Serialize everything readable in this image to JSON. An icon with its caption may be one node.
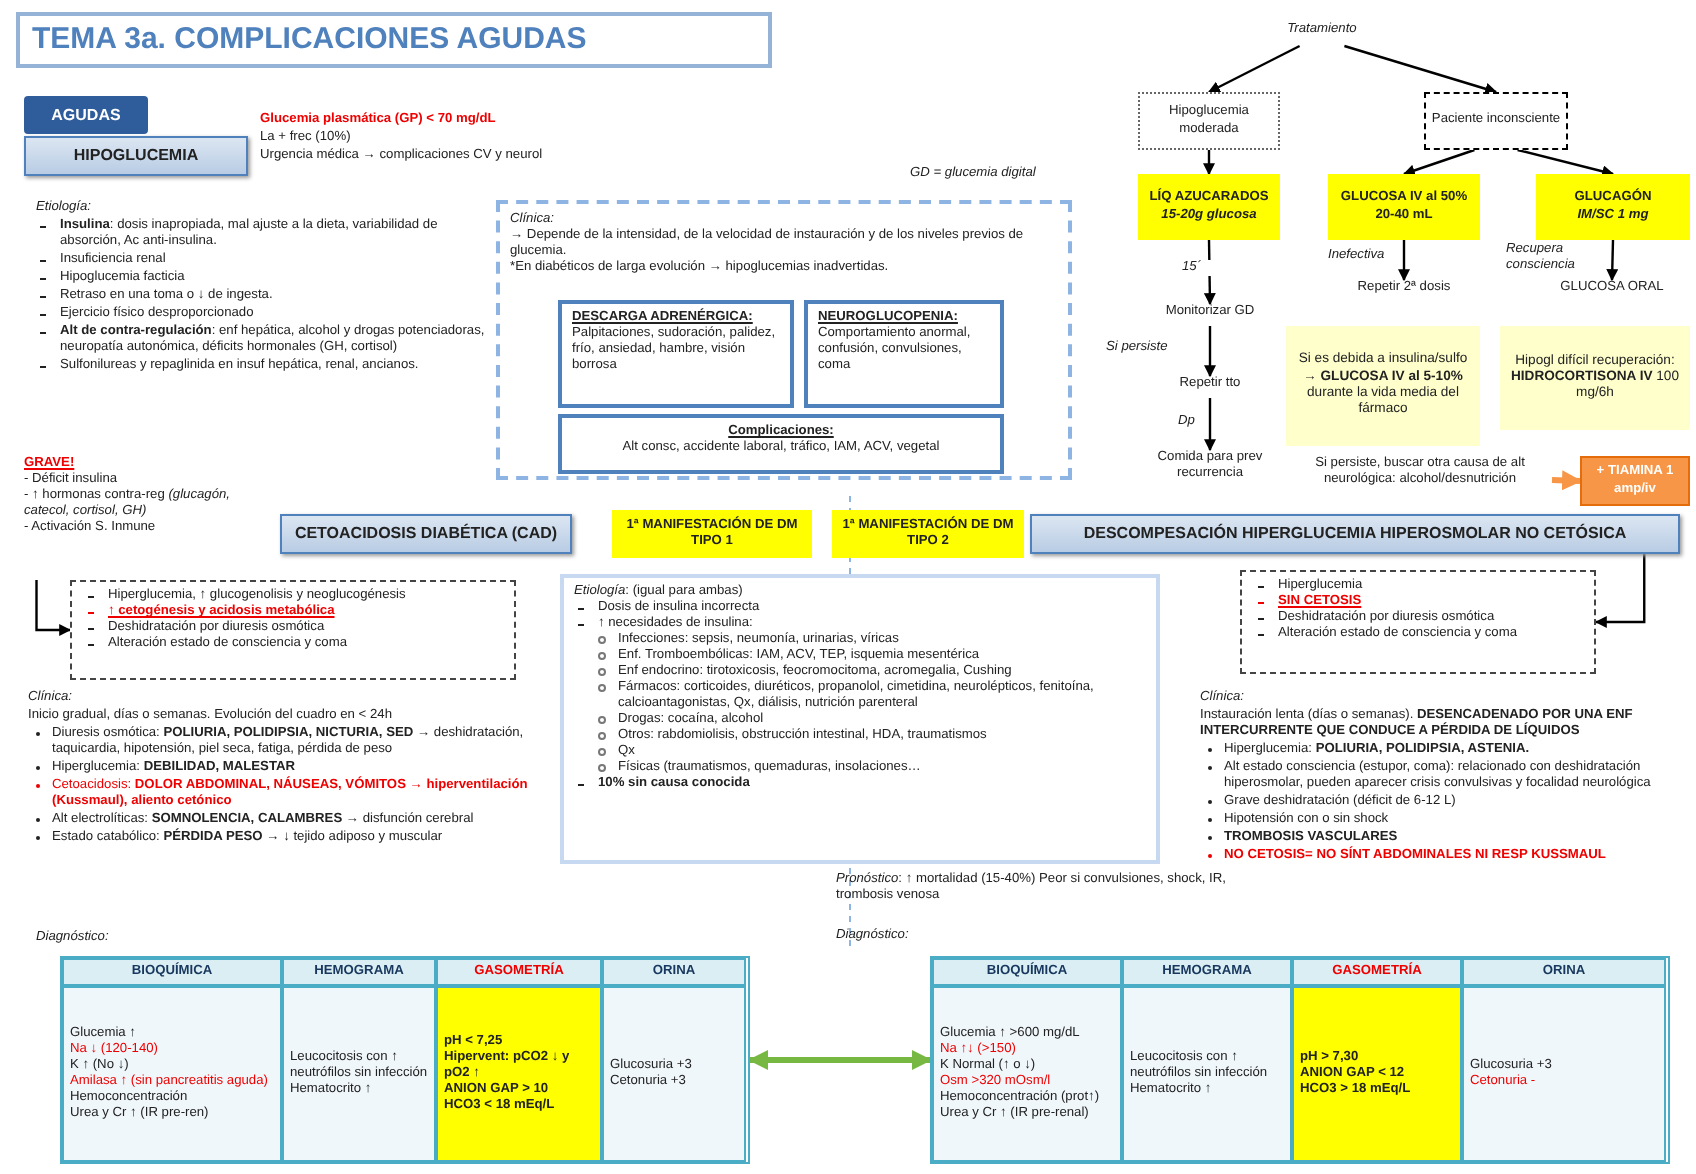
{
  "diagram": {
    "nodes": [
      {
        "text": [
          "TEMA 3a. COMPLICACIONES AGUDAS"
        ]
      },
      {
        "text": [
          "AGUDAS"
        ]
      },
      {
        "text": [
          "HIPOGLUCEMIA"
        ]
      },
      {
        "text": [
          "Clínica:",
          "→ Depende de la intensidad, de la velocidad de instauración y de los niveles previos de glucemia.",
          "*En diabéticos de larga evolución → hipoglucemias inadvertidas."
        ]
      },
      {
        "text": [
          "DESCARGA ADRENÉRGICA:",
          "Palpitaciones, sudoración, palidez, frío, ansiedad, hambre, visión borrosa"
        ],
        "in": 3
      },
      {
        "text": [
          "NEUROGLUCOPENIA:",
          "Comportamiento anormal, confusión, convulsiones, coma"
        ],
        "in": 3
      },
      {
        "text": [
          "Complicaciones:",
          "Alt consc, accidente laboral, tráfico, IAM, ACV, vegetal"
        ],
        "in": 3
      },
      {
        "text": [
          "Tratamiento"
        ]
      },
      {
        "text": [
          "Hipoglucemia moderada"
        ]
      },
      {
        "text": [
          "Paciente inconsciente"
        ]
      },
      {
        "text": [
          "LÍQ AZUCARADOS",
          "15-20g glucosa"
        ]
      },
      {
        "text": [
          "GLUCOSA IV al 50% 20-40 mL"
        ]
      },
      {
        "text": [
          "GLUCAGÓN",
          "IM/SC 1 mg"
        ]
      },
      {
        "text": [
          "Monitorizar GD"
        ]
      },
      {
        "text": [
          "Repetir tto"
        ]
      },
      {
        "text": [
          "Comida para prev recurrencia"
        ]
      },
      {
        "text": [
          "Repetir 2ª dosis"
        ]
      },
      {
        "text": [
          "GLUCOSA ORAL"
        ]
      },
      {
        "text": [
          "Si es debida a insulina/sulfo → **GLUCOSA IV al 5-10%** durante la vida media del fármaco"
        ]
      },
      {
        "text": [
          "Hipogl difícil recuperación: **HIDROCORTISONA IV** 100 mg/6h"
        ]
      },
      {
        "text": [
          "Si persiste, buscar otra causa de alt neurológica: alcohol/desnutrición"
        ]
      },
      {
        "text": [
          "+ TIAMINA 1 amp/iv"
        ]
      },
      {
        "text": [
          "CETOACIDOSIS DIABÉTICA (CAD)"
        ]
      },
      {
        "text": [
          "1ª MANIFESTACIÓN DE DM **TIPO 1**"
        ]
      },
      {
        "text": [
          "1ª MANIFESTACIÓN DE DM **TIPO 2**"
        ]
      },
      {
        "text": [
          "DESCOMPESACIÓN HIPERGLUCEMIA HIPEROSMOLAR NO CETÓSICA"
        ]
      },
      {
        "text": [
          "Hiperglucemia, ↑ glucogenolisis y neoglucogénesis",
          "↑ cetogénesis y acidosis metabólica",
          "Deshidratación por diuresis osmótica",
          "Alteración estado de consciencia y coma"
        ]
      },
      {
        "text": [
          "GRAVE!",
          "- Déficit insulina",
          "- ↑ hormonas contra-reg *(glucagón, catecol, cortisol, GH)*",
          "- Activación S. Inmune"
        ]
      },
      {
        "text": [
          "*Etiología*: (igual para ambas)",
          "Dosis de insulina incorrecta",
          "↑ necesidades de insulina:",
          "Infecciones: sepsis, neumonía, urinarias, víricas",
          "Enf. Tromboembólicas: IAM, ACV, TEP, isquemia mesentérica",
          "Enf endocrino: tirotoxicosis, feocromocitoma, acromegalia, Cushing",
          "Fármacos: corticoides, diuréticos, propanolol, cimetidina, neurolépticos, fenitoína, calcioantagonistas, Qx, diálisis, nutrición parenteral",
          "Drogas: cocaína, alcohol",
          "Otros: rabdomiolisis, obstrucción intestinal, HDA, traumatismos",
          "Qx",
          "Físicas (traumatismos, quemaduras, insolaciones…",
          "10% sin causa conocida"
        ]
      },
      {
        "text": [
          "Hiperglucemia",
          "SIN CETOSIS",
          "Deshidratación por diuresis osmótica",
          "Alteración estado de consciencia y coma"
        ]
      },
      {
        "text": [
          "BIOQUÍMICA",
          "HEMOGRAMA",
          "GASOMETRÍA",
          "ORINA",
          "Glucemia ↑",
          "Na ↓ (120-140)",
          "K ↑ (No ↓)",
          "Amilasa ↑ (sin pancreatitis aguda)",
          "Hemoconcentración",
          "Urea y Cr ↑ (IR pre-ren)",
          "Leucocitosis con ↑ neutrófilos sin infección",
          "Hematocrito ↑",
          "pH < 7,25",
          "Hipervent: pCO2 ↓ y pO2 ↑",
          "ANION GAP > 10",
          "HCO3 < 18 mEq/L",
          "Glucosuria +3",
          "Cetonuria +3"
        ]
      },
      {
        "text": [
          "BIOQUÍMICA",
          "HEMOGRAMA",
          "GASOMETRÍA",
          "ORINA",
          "Glucemia ↑ >600 mg/dL",
          "Na ↑↓ (>150)",
          "K Normal (↑ o ↓)",
          "Osm >320 mOsm/l",
          "Hemoconcentración (prot↑)",
          "Urea y Cr ↑ (IR pre-renal)",
          "Leucocitosis con ↑ neutrófilos sin infección",
          "Hematocrito ↑",
          "pH > 7,30",
          "ANION GAP < 12",
          "HCO3 > 18 mEq/L",
          "Glucosuria +3",
          "Cetonuria -"
        ]
      }
    ],
    "edges": [
      {
        "from": 27,
        "to": 26,
        "arrow": "to"
      },
      {
        "from": 25,
        "to": 29,
        "arrow": "to"
      },
      {
        "from": 7,
        "to": 8,
        "arrow": "to"
      },
      {
        "from": 7,
        "to": 9,
        "arrow": "to"
      },
      {
        "from": 8,
        "to": 10,
        "arrow": "to"
      },
      {
        "from": 9,
        "to": 11,
        "arrow": "to"
      },
      {
        "from": 9,
        "to": 12,
        "arrow": "to"
      },
      {
        "from": 10,
        "to": 13,
        "arrow": "to",
        "label": "15´"
      },
      {
        "from": 13,
        "to": 14,
        "arrow": "to",
        "label": "Si persiste"
      },
      {
        "from": 14,
        "to": 15,
        "arrow": "to",
        "label": "Dp"
      },
      {
        "from": 11,
        "to": 16,
        "arrow": "to",
        "label": "Inefectiva"
      },
      {
        "from": 12,
        "to": 17,
        "arrow": "to",
        "label": "Recupera consciencia"
      },
      {
        "from": 20,
        "to": 21,
        "arrow": "to",
        "style": "thick",
        "color": "#f79646"
      },
      {
        "from": 30,
        "to": 31,
        "arrow": "both",
        "style": "thick",
        "color": "#77b843"
      }
    ],
    "labels": [
      "Glucemia plasmática (GP) < 70 mg/dL",
      "La + frec (10%)",
      "Urgencia médica → complicaciones CV y neurol",
      "GD = glucemia digital",
      "Etiología:",
      "**Insulina**: dosis inapropiada, mal ajuste a la dieta, variabilidad de absorción, Ac anti-insulina.",
      "Insuficiencia renal",
      "Hipoglucemia facticia",
      "Retraso en una toma o ↓ de ingesta.",
      "Ejercicio físico desproporcionado",
      "**Alt de contra-regulación**: enf hepática, alcohol y drogas potenciadoras, neuropatía autonómica, déficits hormonales (GH, cortisol)",
      "Sulfonilureas y repaglinida en insuf hepática, renal, ancianos.",
      "Clínica:",
      "Inicio gradual, días o semanas. Evolución del cuadro en < 24h",
      "Diuresis osmótica: **POLIURIA, POLIDIPSIA, NICTURIA, SED** → deshidratación, taquicardia, hipotensión, piel seca, fatiga, pérdida de peso",
      "Hiperglucemia: **DEBILIDAD, MALESTAR**",
      "Cetoacidosis: **DOLOR ABDOMINAL, NÁUSEAS, VÓMITOS → hiperventilación (Kussmaul), aliento cetónico**",
      "Alt electrolíticas: **SOMNOLENCIA, CALAMBRES** → disfunción cerebral",
      "Estado catabólico: **PÉRDIDA PESO** → ↓ tejido adiposo y muscular",
      "Diagnóstico:",
      "*Pronóstico*: ↑ mortalidad (15-40%) Peor si convulsiones, shock, IR, trombosis venosa",
      "Diagnóstico:",
      "Clínica:",
      "Instauración lenta (días o semanas). **DESENCADENADO POR UNA ENF INTERCURRENTE QUE CONDUCE A PÉRDIDA DE LÍQUIDOS**",
      "Hiperglucemia: **POLIURIA, POLIDIPSIA, ASTENIA.**",
      "Alt estado consciencia (estupor, coma): relacionado con deshidratación hiperosmolar, pueden aparecer crisis convulsivas y focalidad neurológica",
      "Grave deshidratación (déficit de 6-12 L)",
      "Hipotensión con o sin shock",
      "TROMBOSIS VASCULARES",
      "NO CETOSIS= NO SÍNT ABDOMINALES NI RESP KUSSMAUL"
    ]
  }
}
